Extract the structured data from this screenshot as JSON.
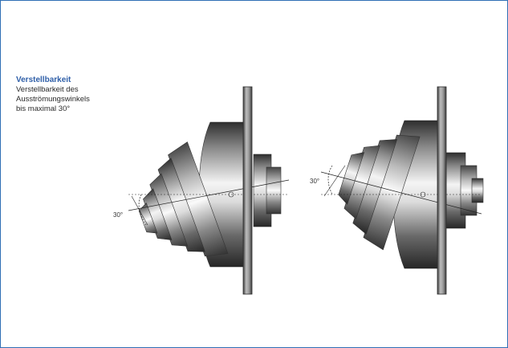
{
  "caption": {
    "title": "Verstellbarkeit",
    "line1": "Verstellbarkeit des",
    "line2": "Ausströmungswinkels",
    "line3": "bis maximal 30°"
  },
  "figures": [
    {
      "angle_label": "30°",
      "direction": "down-left"
    },
    {
      "angle_label": "30°",
      "direction": "up-left"
    }
  ],
  "colors": {
    "frame": "#2f6fb5",
    "title": "#2f5fa8",
    "wall": "#6a6a6a",
    "metal_dark": "#3a3a3a",
    "metal_light": "#f2f2f2"
  }
}
